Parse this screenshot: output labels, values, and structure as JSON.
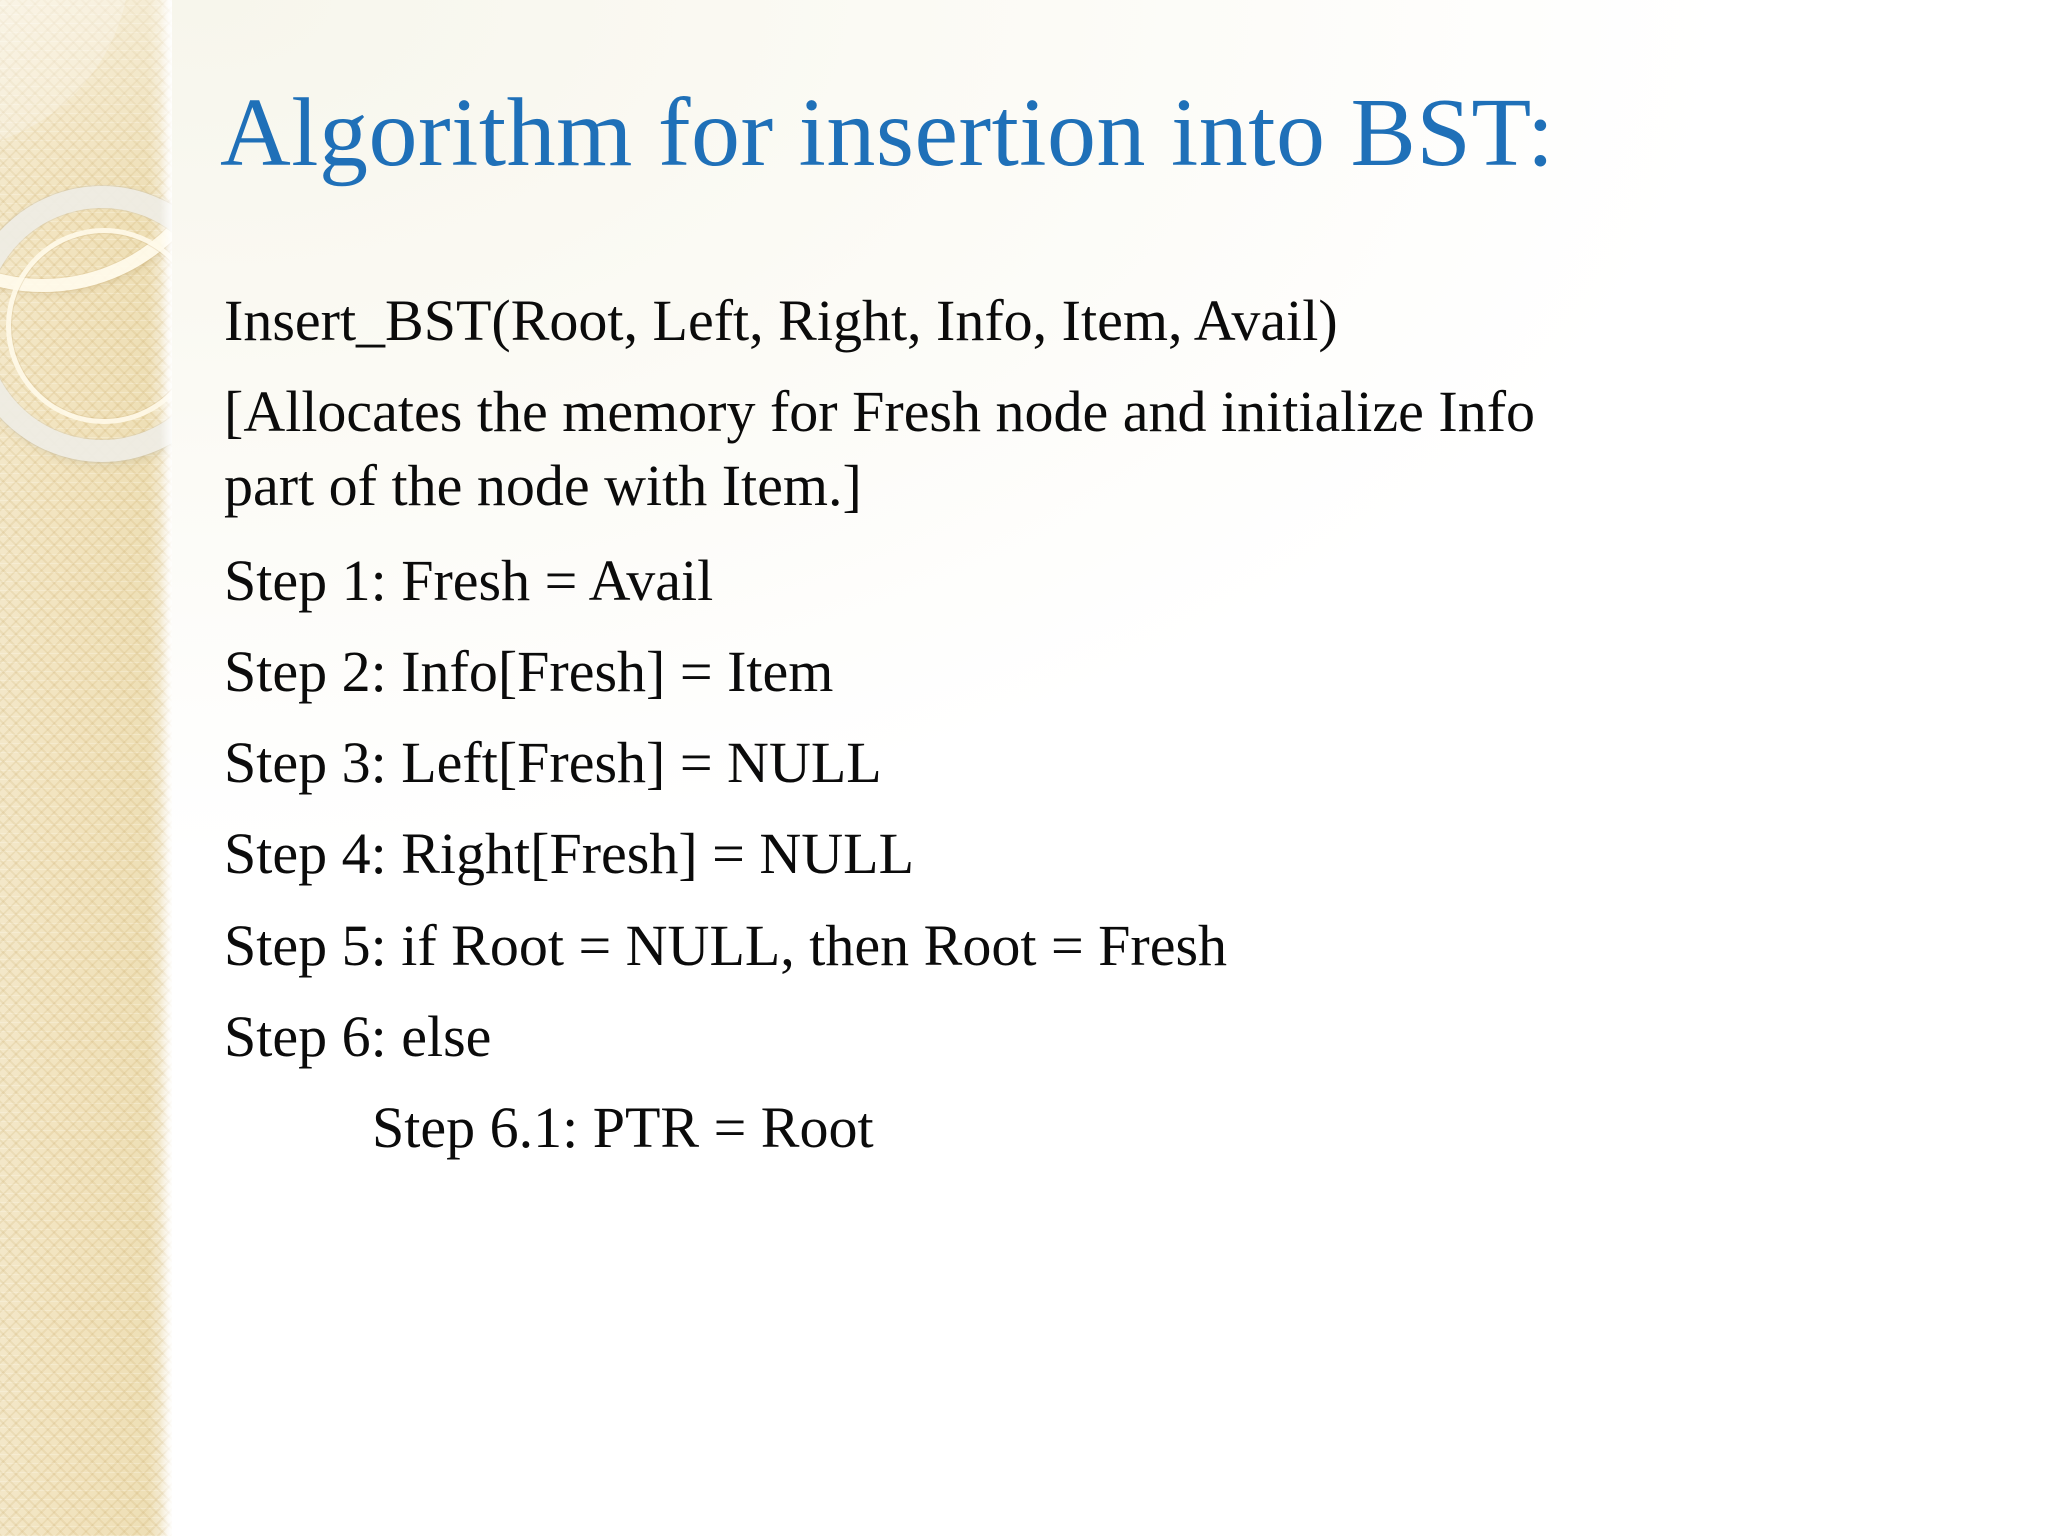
{
  "slide": {
    "title": "Algorithm for insertion into BST:",
    "title_color": "#1F70B8",
    "body_color": "#0b0b0b",
    "background_color": "#ffffff",
    "sidebar_color": "#f1e2bb"
  },
  "body": {
    "signature": "Insert_BST(Root, Left, Right, Info, Item, Avail)",
    "description": "[Allocates the memory for Fresh node and initialize Info part of the node with Item.]",
    "steps": [
      {
        "text": "Step 1: Fresh = Avail",
        "indent": 0
      },
      {
        "text": "Step 2: Info[Fresh] = Item",
        "indent": 0
      },
      {
        "text": "Step 3: Left[Fresh] = NULL",
        "indent": 0
      },
      {
        "text": "Step 4: Right[Fresh] = NULL",
        "indent": 0
      },
      {
        "text": "Step 5: if Root = NULL, then Root = Fresh",
        "indent": 0
      },
      {
        "text": "Step 6: else",
        "indent": 0
      },
      {
        "text": "Step 6.1: PTR = Root",
        "indent": 1
      }
    ]
  }
}
